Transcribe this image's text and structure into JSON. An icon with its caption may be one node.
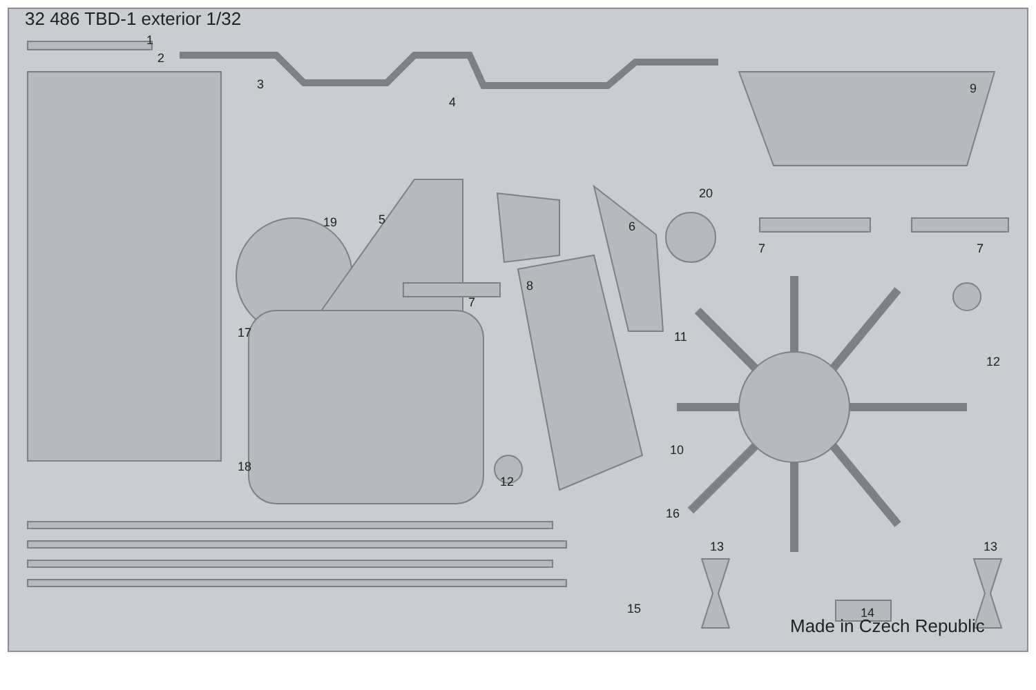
{
  "diagram": {
    "labels": [
      "32 486  TBD-1 exterior 1/32",
      "1",
      "2",
      "3",
      "4",
      "9",
      "20",
      "19",
      "5",
      "6",
      "8",
      "7",
      "7",
      "7",
      "17",
      "11",
      "12",
      "10",
      "18",
      "12",
      "16",
      "13",
      "13",
      "15",
      "14",
      "Made in Czech Republic"
    ]
  }
}
